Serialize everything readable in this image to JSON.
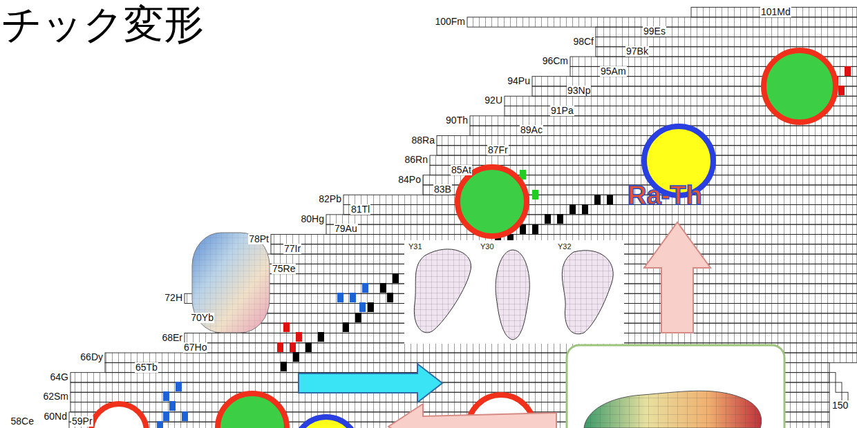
{
  "diagram": {
    "title": "チック変形",
    "labels": [
      "101Md",
      "100Fm",
      "99Es",
      "98Cf",
      "97Bk",
      "96Cm",
      "95Am",
      "94Pu",
      "93Np",
      "92U",
      "91Pa",
      "90Th",
      "89Ac",
      "88Ra",
      "87Fr",
      "86Rn",
      "85At",
      "84Po",
      "83B",
      "82Pb",
      "81Tl",
      "80Hg",
      "79Au",
      "78Pt",
      "77Ir",
      "75Re",
      "72H",
      "70Yb",
      "68Er",
      "67Ho",
      "66Dy",
      "65Tb",
      "64G",
      "62Sm",
      "60Nd",
      "59Pr",
      "58Ce",
      "Ra-Th",
      "Y31",
      "Y30",
      "Y32",
      "150"
    ]
  }
}
